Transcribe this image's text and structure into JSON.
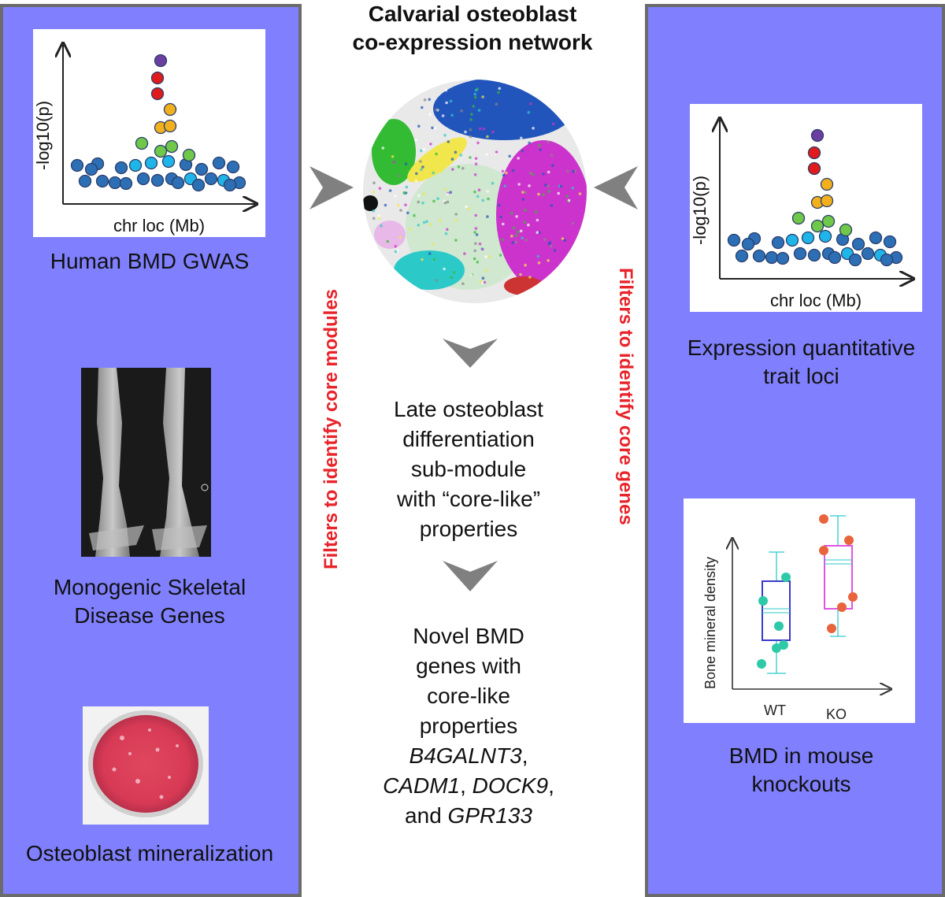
{
  "title": {
    "line1": "Calvarial osteoblast",
    "line2": "co-expression network"
  },
  "left": {
    "gwas_label": "Human BMD GWAS",
    "xray_label_line1": "Monogenic Skeletal",
    "xray_label_line2": "Disease Genes",
    "mineral_label": "Osteoblast mineralization"
  },
  "right": {
    "eqtl_label_line1": "Expression quantitative",
    "eqtl_label_line2": "trait loci",
    "ko_label_line1": "BMD in mouse",
    "ko_label_line2": "knockouts"
  },
  "plots": {
    "ylabel": "-log10(p)",
    "xlabel": "chr loc (Mb)"
  },
  "boxplot": {
    "ylabel": "Bone mineral density",
    "categories": [
      "WT",
      "KO"
    ],
    "wt_color": "#3a3acc",
    "ko_color": "#e055e0",
    "wt_point_color": "#2ec9a8",
    "ko_point_color": "#e8643c"
  },
  "filters": {
    "left": "Filters to identify core modules",
    "right": "Filters to identify core genes"
  },
  "center": {
    "submodule": [
      "Late osteoblast",
      "differentiation",
      "sub-module",
      "with “core-like”",
      "properties"
    ],
    "novel": [
      "Novel BMD",
      "genes with",
      "core-like",
      "properties"
    ],
    "genes": {
      "g1": "B4GALNT3",
      "g2": "CADM1",
      "g3": "DOCK9",
      "g4": "GPR133",
      "and": "and",
      "comma": ","
    }
  },
  "colors": {
    "panel": "#8080ff",
    "filter_text": "#e8232a",
    "arrow": "#808080"
  }
}
